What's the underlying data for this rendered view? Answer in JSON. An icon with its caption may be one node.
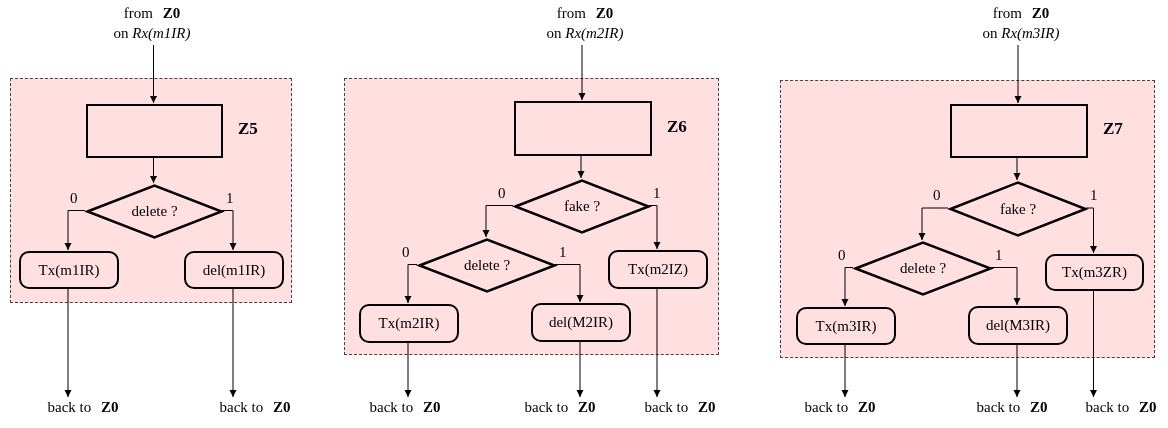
{
  "diagram": {
    "nodes": [
      {
        "text": [
          "from **Z0**",
          "on *Rx(m1IR)*"
        ]
      },
      {
        "text": [],
        "shape": "box"
      },
      {
        "text": [],
        "shape": "box",
        "in": 1,
        "beside": [
          "Z5"
        ]
      },
      {
        "text": [
          "delete ?"
        ],
        "in": 1
      },
      {
        "text": [
          "Tx(m1IR)"
        ],
        "in": 1
      },
      {
        "text": [
          "del(m1IR)"
        ],
        "in": 1
      },
      {
        "text": [
          "back to **Z0**"
        ]
      },
      {
        "text": [
          "back to **Z0**"
        ]
      },
      {
        "text": [
          "from **Z0**",
          "on *Rx(m2IR)*"
        ]
      },
      {
        "text": [],
        "shape": "box"
      },
      {
        "text": [],
        "shape": "box",
        "in": 9,
        "beside": [
          "Z6"
        ]
      },
      {
        "text": [
          "fake ?"
        ],
        "in": 9
      },
      {
        "text": [
          "delete ?"
        ],
        "in": 9
      },
      {
        "text": [
          "Tx(m2IZ)"
        ],
        "in": 9
      },
      {
        "text": [
          "Tx(m2IR)"
        ],
        "in": 9
      },
      {
        "text": [
          "del(M2IR)"
        ],
        "in": 9
      },
      {
        "text": [
          "back to **Z0**"
        ]
      },
      {
        "text": [
          "back to **Z0**"
        ]
      },
      {
        "text": [
          "back to **Z0**"
        ]
      },
      {
        "text": [
          "from **Z0**",
          "on *Rx(m3IR)*"
        ]
      },
      {
        "text": [],
        "shape": "box"
      },
      {
        "text": [],
        "shape": "box",
        "in": 20,
        "beside": [
          "Z7"
        ]
      },
      {
        "text": [
          "fake ?"
        ],
        "in": 20
      },
      {
        "text": [
          "delete ?"
        ],
        "in": 20
      },
      {
        "text": [
          "Tx(m3ZR)"
        ],
        "in": 20
      },
      {
        "text": [
          "Tx(m3IR)"
        ],
        "in": 20
      },
      {
        "text": [
          "del(M3IR)"
        ],
        "in": 20
      },
      {
        "text": [
          "back to **Z0**"
        ]
      },
      {
        "text": [
          "back to **Z0**"
        ]
      },
      {
        "text": [
          "back to **Z0**"
        ]
      }
    ],
    "edges": [
      {
        "from": 0,
        "to": 2,
        "arrow": "to"
      },
      {
        "from": 2,
        "to": 3,
        "arrow": "to"
      },
      {
        "from": 3,
        "to": 4,
        "arrow": "to",
        "label": "0"
      },
      {
        "from": 3,
        "to": 5,
        "arrow": "to",
        "label": "1"
      },
      {
        "from": 4,
        "to": 6,
        "arrow": "to"
      },
      {
        "from": 5,
        "to": 7,
        "arrow": "to"
      },
      {
        "from": 8,
        "to": 10,
        "arrow": "to"
      },
      {
        "from": 10,
        "to": 11,
        "arrow": "to"
      },
      {
        "from": 11,
        "to": 12,
        "arrow": "to",
        "label": "0"
      },
      {
        "from": 11,
        "to": 13,
        "arrow": "to",
        "label": "1"
      },
      {
        "from": 12,
        "to": 14,
        "arrow": "to",
        "label": "0"
      },
      {
        "from": 12,
        "to": 15,
        "arrow": "to",
        "label": "1"
      },
      {
        "from": 14,
        "to": 16,
        "arrow": "to"
      },
      {
        "from": 15,
        "to": 17,
        "arrow": "to"
      },
      {
        "from": 13,
        "to": 18,
        "arrow": "to"
      },
      {
        "from": 19,
        "to": 21,
        "arrow": "to"
      },
      {
        "from": 21,
        "to": 22,
        "arrow": "to"
      },
      {
        "from": 22,
        "to": 23,
        "arrow": "to",
        "label": "0"
      },
      {
        "from": 22,
        "to": 24,
        "arrow": "to",
        "label": "1"
      },
      {
        "from": 23,
        "to": 25,
        "arrow": "to",
        "label": "0"
      },
      {
        "from": 23,
        "to": 26,
        "arrow": "to",
        "label": "1"
      },
      {
        "from": 25,
        "to": 27,
        "arrow": "to"
      },
      {
        "from": 26,
        "to": 28,
        "arrow": "to"
      },
      {
        "from": 24,
        "to": 29,
        "arrow": "to"
      }
    ]
  }
}
